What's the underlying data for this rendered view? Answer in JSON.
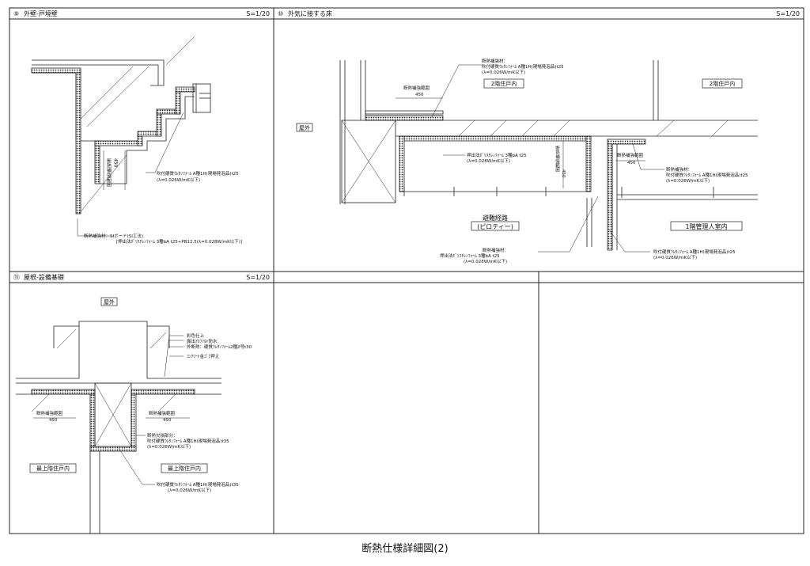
{
  "sheet": {
    "title": "断熱仕様詳細図(2)"
  },
  "panels": [
    {
      "number": "⑨",
      "title": "外壁-戸境壁",
      "scale": "S=1/20"
    },
    {
      "number": "⑩",
      "title": "外気に接する床",
      "scale": "S=1/20"
    },
    {
      "number": "⑪",
      "title": "屋根-設備基礎",
      "scale": "S=1/20"
    }
  ],
  "p9": {
    "range_label": "断熱補強範囲",
    "range_value": "450",
    "note1_line1": "吹付硬質ｳﾚﾀﾝﾌｫｰﾑ A種1H(現場発泡品)t25",
    "note1_line2": "(λ=0.026W/mK以下)",
    "note2_line1": "断熱補強材：SIボード(SI工法)",
    "note2_line2": "[押出法ﾎﾟﾘｽﾁﾚﾝﾌｫｰﾑ 3種bA t25+PB12.5(λ=0.028W/mK以下)]"
  },
  "p10": {
    "outdoor_label": "屋外",
    "unit2_label": "2階住戸内",
    "unit2b_label": "2階住戸内",
    "range_label_a": "断熱補強範囲",
    "range_value_a": "450",
    "range_label_b": "断熱補強範囲",
    "range_value_b": "450",
    "range_label_c": "断熱補強範囲",
    "range_value_c": "450",
    "top_note_line1": "断熱補強材：",
    "top_note_line2": "吹付硬質ｳﾚﾀﾝﾌｫｰﾑ A種1H(現場発泡品)t25",
    "top_note_line3": "(λ=0.026W/mK以下)",
    "mid_note_line1": "押出法ﾎﾟﾘｽﾁﾚﾝﾌｫｰﾑ 3種bA t25",
    "mid_note_line2": "(λ=0.028W/mK以下)",
    "right_note_line1": "断熱補強材：",
    "right_note_line2": "吹付硬質ｳﾚﾀﾝﾌｫｰﾑ A種1H(現場発泡品)t25",
    "right_note_line3": "(λ=0.026W/mK以下)",
    "evac_line1": "避難経路",
    "evac_line2": "(ピロティー)",
    "mgr_label": "1階管理人室内",
    "bottom_note_line1": "断熱補強材：",
    "bottom_note_line2": "押出法ﾎﾟﾘｽﾁﾚﾝﾌｫｰﾑ 3種bA t25",
    "bottom_note_line3": "(λ=0.028W/mK以下)",
    "br_note_line1": "吹付硬質ｳﾚﾀﾝﾌｫｰﾑ A種1H(現場発泡品)t25",
    "br_note_line2": "(λ=0.026W/mK以下)"
  },
  "p11": {
    "outdoor_label": "屋外",
    "spec_line1": "彩色仕上",
    "spec_line2": "露出ｱｽﾌｧﾙﾄ防水",
    "spec_line3": "外断熱：硬質ｳﾚﾀﾝﾌｫｰﾑ2種2号t30",
    "spec_line4": "ｺﾝｸﾘｰﾄ金ｺﾞﾃ押え",
    "range_label_a": "断熱補強範囲",
    "range_value_a": "450",
    "range_label_b": "断熱補強範囲",
    "range_value_b": "450",
    "blow_line1": "断熱欠損部分：",
    "blow_line2": "吹付硬質ｳﾚﾀﾝﾌｫｰﾑ A種1H(現場発泡品)t35",
    "blow_line3": "(λ=0.026W/mK以下)",
    "unit_left": "最上階住戸内",
    "unit_right": "最上階住戸内",
    "bottom_line1": "吹付硬質ｳﾚﾀﾝﾌｫｰﾑ A種1H(現場発泡品)t35",
    "bottom_line2": "(λ=0.026W/mK以下)"
  }
}
